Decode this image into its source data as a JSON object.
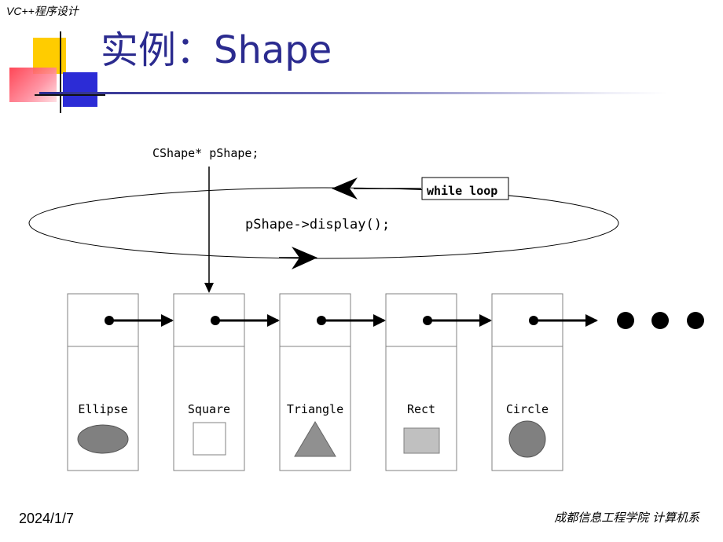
{
  "header": {
    "course": "VC++程序设计"
  },
  "title": "实例：Shape",
  "diagram": {
    "pointer_decl": "CShape* pShape;",
    "call_statement": "pShape->display();",
    "loop_label": "while loop",
    "nodes": [
      {
        "label": "Ellipse",
        "shape": "ellipse",
        "fill": "#808080"
      },
      {
        "label": "Square",
        "shape": "square",
        "fill": "#ffffff"
      },
      {
        "label": "Triangle",
        "shape": "triangle",
        "fill": "#909090"
      },
      {
        "label": "Rect",
        "shape": "rect",
        "fill": "#c0c0c0"
      },
      {
        "label": "Circle",
        "shape": "circle",
        "fill": "#808080"
      }
    ]
  },
  "footer": {
    "date": "2024/1/7",
    "org": "成都信息工程学院 计算机系"
  },
  "colors": {
    "title": "#2b2b8f"
  }
}
